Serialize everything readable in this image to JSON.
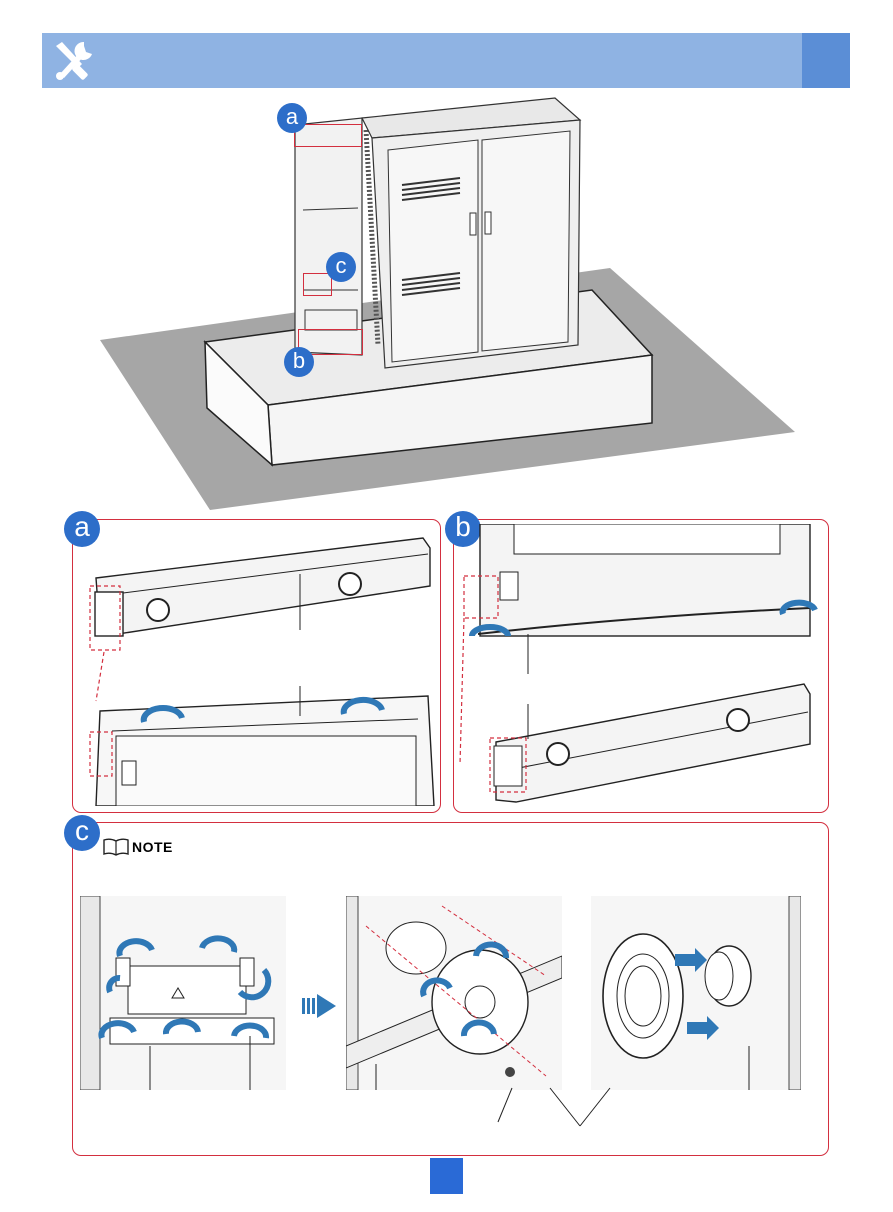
{
  "header": {
    "icon": "tools-icon"
  },
  "overview": {
    "callouts": [
      {
        "label": "a"
      },
      {
        "label": "c"
      },
      {
        "label": "b"
      }
    ]
  },
  "detail_a": {
    "badge": "a"
  },
  "detail_b": {
    "badge": "b"
  },
  "detail_c": {
    "badge": "c",
    "note_label": "NOTE",
    "note_icon": "book-icon"
  },
  "colors": {
    "header": "#8fb3e3",
    "header_accent": "#5b8ed6",
    "badge": "#2d6ec9",
    "callout": "#d32f3f",
    "arrow": "#2f78b6",
    "footer": "#2a6ad6"
  }
}
